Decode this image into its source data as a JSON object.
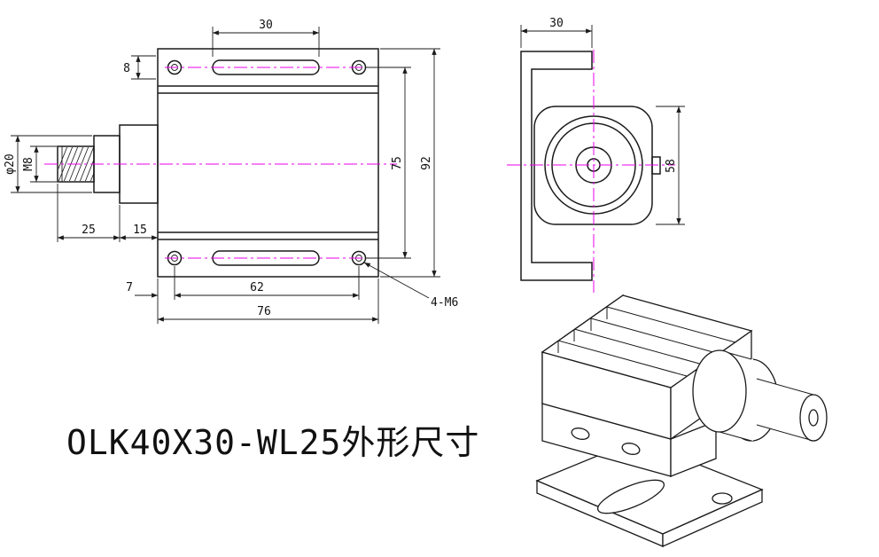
{
  "title": "OLK40X30-WL25外形尺寸",
  "front_view": {
    "dims": {
      "slot_cc": "30",
      "hole_offset": "8",
      "rod_diameter": "φ20",
      "rod_thread": "M8",
      "rod_length": "25",
      "collar_length": "15",
      "edge_to_hole": "7",
      "hole_spacing": "62",
      "body_width": "76",
      "hole_span": "75",
      "body_height": "92",
      "mounting_holes": "4-M6"
    }
  },
  "side_view": {
    "dims": {
      "depth": "30",
      "flange_height": "58"
    }
  },
  "colors": {
    "outline": "#1A1A1A",
    "centerline": "#E800E8",
    "background": "#FFFFFF"
  }
}
